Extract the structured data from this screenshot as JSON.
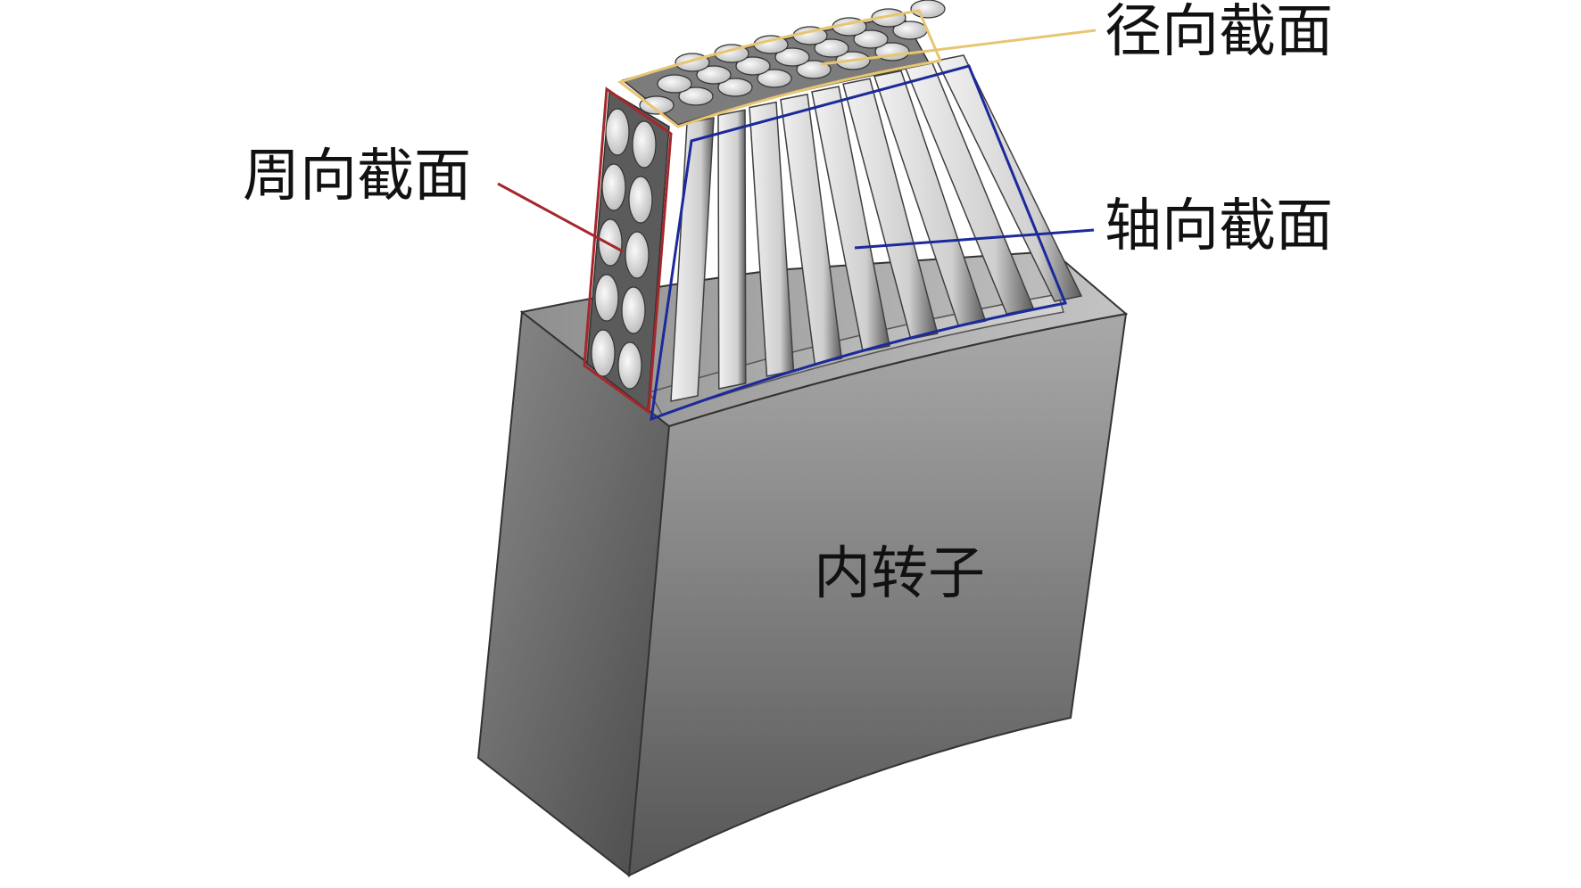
{
  "labels": {
    "radial_section": "径向截面",
    "circumferential_section": "周向截面",
    "axial_section": "轴向截面",
    "inner_rotor": "内转子"
  },
  "colors": {
    "radial_box": "#E8C572",
    "circumferential_box": "#A5272B",
    "axial_box": "#1B2A9A",
    "rotor_front_dark": "#4a4a4a",
    "rotor_front_light": "#a8a8a8",
    "fiber_light": "#e4e4e4",
    "fiber_dark": "#555555"
  }
}
